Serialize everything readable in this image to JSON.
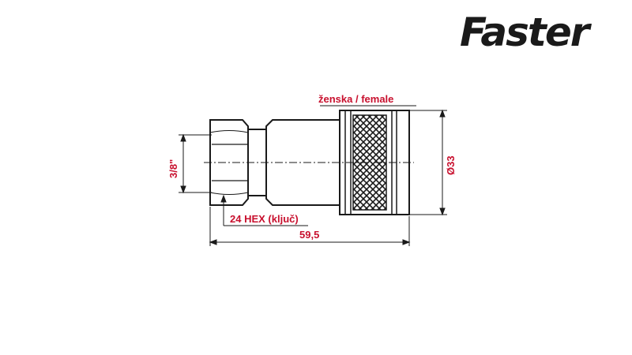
{
  "brand": {
    "logo_text": "Faster"
  },
  "drawing": {
    "type_label": "ženska / female",
    "thread_size": "3/8\"",
    "hex_label": "24  HEX (ključ)",
    "length": "59,5",
    "diameter": "Ø33"
  },
  "colors": {
    "dimension": "#c8102e",
    "outline": "#1a1a1a",
    "logo": "#1a1a1a"
  }
}
